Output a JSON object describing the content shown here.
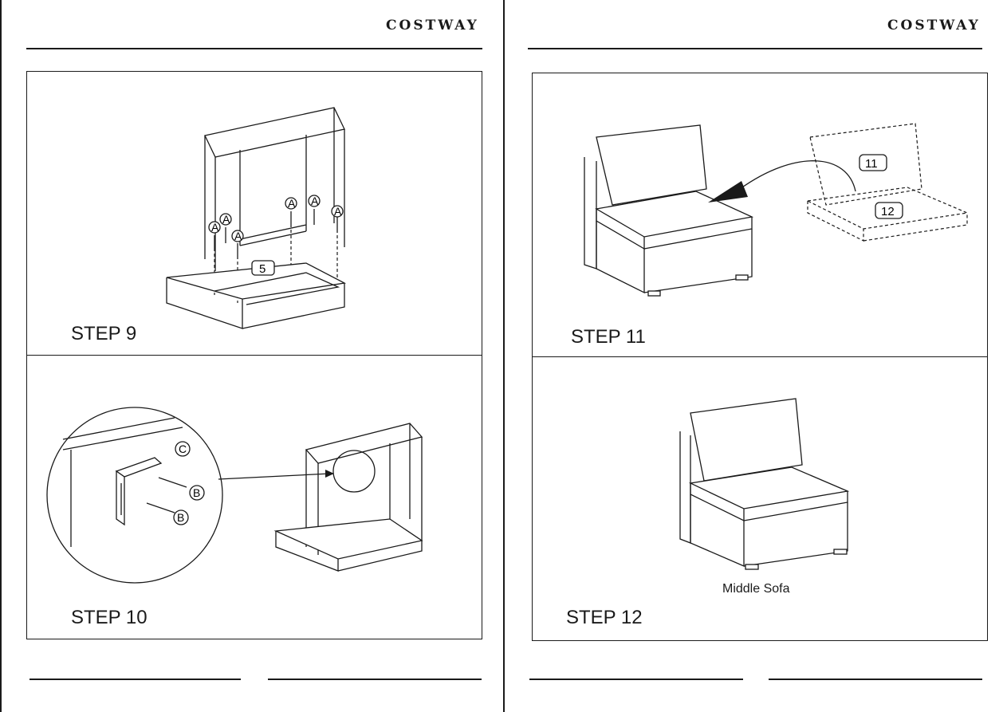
{
  "brand": {
    "name": "COSTWAY"
  },
  "left_page": {
    "steps": [
      {
        "label": "STEP 9",
        "part_tag": "5",
        "hardware_tag": "A"
      },
      {
        "label": "STEP 10",
        "hardware_tags": [
          "C",
          "B",
          "B"
        ]
      }
    ]
  },
  "right_page": {
    "steps": [
      {
        "label": "STEP 11",
        "part_tags": [
          "11",
          "12"
        ]
      },
      {
        "label": "STEP 12",
        "caption": "Middle Sofa"
      }
    ]
  }
}
